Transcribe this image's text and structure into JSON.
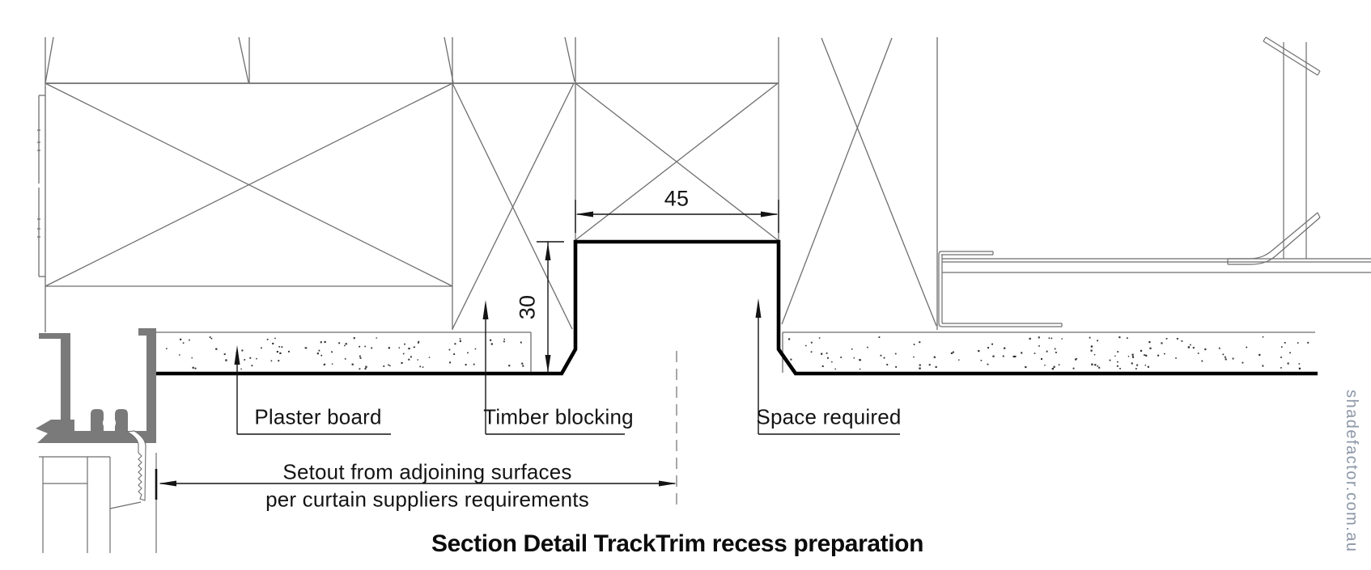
{
  "drawing": {
    "title": "Section Detail TrackTrim recess preparation",
    "watermark": "shadefactor.com.au",
    "dimensions": {
      "recess_width": "45",
      "recess_depth": "30"
    },
    "labels": {
      "plaster_board": "Plaster board",
      "timber_blocking": "Timber blocking",
      "space_required": "Space required",
      "setout_line1": "Setout from adjoining surfaces",
      "setout_line2": "per curtain suppliers requirements"
    },
    "colors": {
      "background": "#ffffff",
      "thin_line_gray": "#6e6e6e",
      "dimension_black": "#141414",
      "profile_thick_black": "#000000",
      "track_fill_gray": "#7a7a7a",
      "stipple_dot": "#2d2d2d",
      "watermark_gray_blue": "#8c97a7"
    }
  }
}
